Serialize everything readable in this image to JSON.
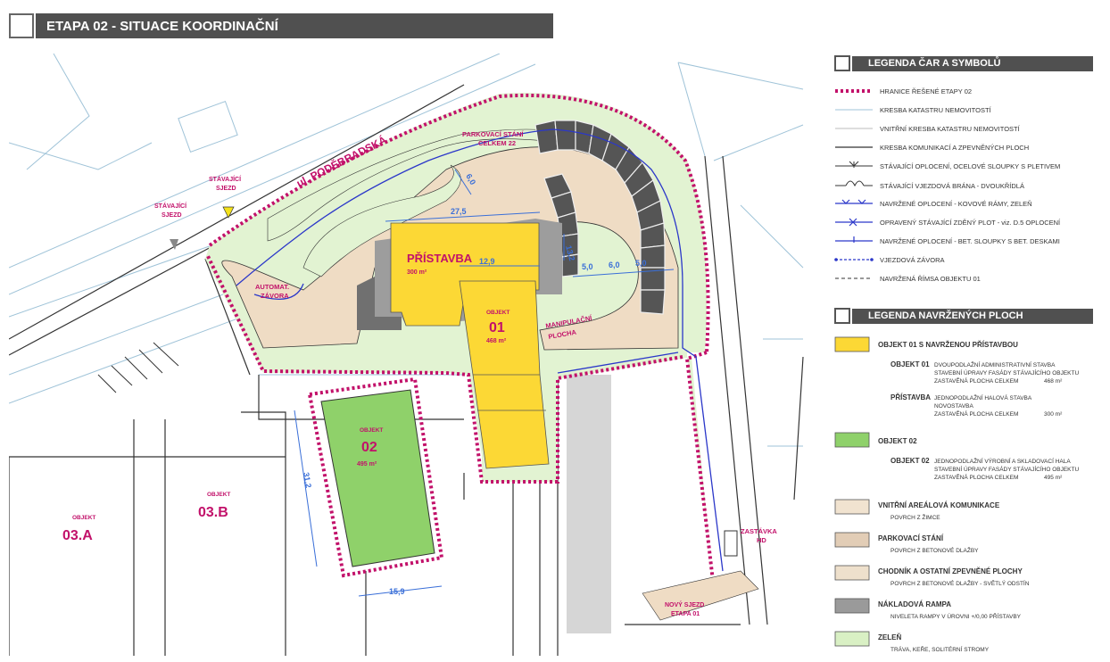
{
  "title": "ETAPA 02 - SITUACE KOORDINAČNÍ",
  "map": {
    "street": "ul. PODĚBRADSKÁ",
    "parking_1": "PARKOVACÍ STÁNÍ",
    "parking_2": "CELKEM 22",
    "pristavba": "PŘÍSTAVBA",
    "pristavba_area": "300 m²",
    "obj01_label": "OBJEKT",
    "obj01_num": "01",
    "obj01_area": "468 m²",
    "obj02_label": "OBJEKT",
    "obj02_num": "02",
    "obj02_area": "495 m²",
    "obj03b_label": "OBJEKT",
    "obj03b_num": "03.B",
    "obj03a_label": "OBJEKT",
    "obj03a_num": "03.A",
    "manip_1": "MANIPULAČNÍ",
    "manip_2": "PLOCHA",
    "zavora_1": "AUTOMAT.",
    "zavora_2": "ZÁVORA",
    "sjezd1_1": "STÁVAJÍCÍ",
    "sjezd1_2": "SJEZD",
    "sjezd2_1": "STÁVAJÍCÍ",
    "sjezd2_2": "SJEZD",
    "zastavka_1": "ZASTÁVKA",
    "zastavka_2": "HD",
    "novy_1": "NOVÝ SJEZD",
    "novy_2": "ETAPA 01",
    "dim_275": "27,5",
    "dim_60a": "6,0",
    "dim_129": "12,9",
    "dim_132": "13,2",
    "dim_50a": "5,0",
    "dim_60b": "6,0",
    "dim_50b": "5,0",
    "dim_312": "31,2",
    "dim_159": "15,9"
  },
  "legend_lines": {
    "title": "LEGENDA ČAR A SYMBOLŮ",
    "items": [
      "HRANICE ŘEŠENÉ ETAPY 02",
      "KRESBA KATASTRU NEMOVITOSTÍ",
      "VNITŘNÍ KRESBA KATASTRU NEMOVITOSTÍ",
      "KRESBA KOMUNIKACÍ A ZPEVNĚNÝCH PLOCH",
      "STÁVAJÍCÍ OPLOCENÍ, OCELOVÉ SLOUPKY S PLETIVEM",
      "STÁVAJÍCÍ VJEZDOVÁ BRÁNA - DVOUKŘÍDLÁ",
      "NAVRŽENÉ OPLOCENÍ - KOVOVÉ RÁMY, ZELEŇ",
      "OPRAVENÝ STÁVAJÍCÍ ZDĚNÝ PLOT - viz. D.5 OPLOCENÍ",
      "NAVRŽENÉ OPLOCENÍ - BET. SLOUPKY S BET. DESKAMI",
      "VJEZDOVÁ ZÁVORA",
      "NAVRŽENÁ ŘÍMSA OBJEKTU 01"
    ]
  },
  "legend_areas": {
    "title": "LEGENDA NAVRŽENÝCH PLOCH",
    "obj01": {
      "title": "OBJEKT 01 S NAVRŽENOU PŘÍSTAVBOU",
      "sub1_label": "OBJEKT 01",
      "sub1_l1": "DVOUPODLAŽNÍ ADMINISTRATIVNÍ STAVBA",
      "sub1_l2": "STAVEBNÍ ÚPRAVY FASÁDY STÁVAJÍCÍHO OBJEKTU",
      "sub1_l3": "ZASTAVĚNÁ PLOCHA CELKEM",
      "sub1_val": "468 m²",
      "sub2_label": "PŘÍSTAVBA",
      "sub2_l1": "JEDNOPODLAŽNÍ HALOVÁ STAVBA",
      "sub2_l2": "NOVOSTAVBA",
      "sub2_l3": "ZASTAVĚNÁ PLOCHA CELKEM",
      "sub2_val": "300 m²"
    },
    "obj02": {
      "title": "OBJEKT 02",
      "sub_label": "OBJEKT 02",
      "l1": "JEDNOPODLAŽNÍ VÝROBNÍ A SKLADOVACÍ HALA",
      "l2": "STAVEBNÍ ÚPRAVY FASÁDY STÁVAJÍCÍHO OBJEKTU",
      "l3": "ZASTAVĚNÁ PLOCHA CELKEM",
      "val": "495 m²"
    },
    "items": [
      {
        "title": "VNITŘNÍ AREÁLOVÁ KOMUNIKACE",
        "sub": "POVRCH Z ŽIMCE",
        "color": "#f1e3d0"
      },
      {
        "title": "PARKOVACÍ STÁNÍ",
        "sub": "POVRCH Z BETONOVÉ DLAŽBY",
        "color": "#e2cdb6"
      },
      {
        "title": "CHODNÍK A OSTATNÍ ZPEVNĚNÉ PLOCHY",
        "sub": "POVRCH Z BETONOVÉ DLAŽBY - SVĚTLÝ ODSTÍN",
        "color": "#eee0cc"
      },
      {
        "title": "NÁKLADOVÁ RAMPA",
        "sub": "NIVELETA RAMPY V ÚROVNI +/0,00 PŘÍSTAVBY",
        "color": "#9a9a9a"
      },
      {
        "title": "ZELEŇ",
        "sub": "TRÁVA, KEŘE, SOLITÉRNÍ STROMY",
        "color": "#d9f0c4"
      }
    ]
  },
  "colors": {
    "boundary": "#c2116a",
    "fence": "#2b37c9",
    "yellow": "#fcd835",
    "green": "#8fd16a",
    "grass": "#e2f3d2",
    "road": "#efdcc4",
    "ramp": "#9d9d9d"
  }
}
